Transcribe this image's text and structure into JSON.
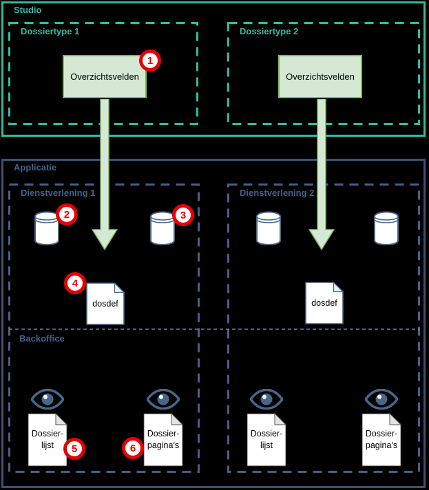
{
  "studio": {
    "label": "Studio",
    "dossiertypes": [
      {
        "label": "Dossiertype 1",
        "box_label": "Overzichtsvelden"
      },
      {
        "label": "Dossiertype 2",
        "box_label": "Overzichtsvelden"
      }
    ]
  },
  "applicatie": {
    "label": "Applicatie",
    "backoffice_label": "Backoffice",
    "services": [
      {
        "label": "Dienstverlening 1",
        "dosdef_label": "dosdef",
        "documents": [
          {
            "line1": "Dossier-",
            "line2": "lijst"
          },
          {
            "line1": "Dossier-",
            "line2": "pagina's"
          }
        ]
      },
      {
        "label": "Dienstverlening 2",
        "dosdef_label": "dosdef",
        "documents": [
          {
            "line1": "Dossier-",
            "line2": "lijst"
          },
          {
            "line1": "Dossier-",
            "line2": "pagina's"
          }
        ]
      }
    ]
  },
  "badges": [
    "1",
    "2",
    "3",
    "4",
    "5",
    "6"
  ],
  "icons": {
    "database": "database-cylinder-icon",
    "eye": "eye-icon",
    "document": "document-icon",
    "arrow": "down-arrow-icon"
  },
  "colors": {
    "background": "#000000",
    "studio_teal": "#2DBEA3",
    "applicatie_border_blue": "#3A5374",
    "label_blue": "#44618C",
    "icon_blue": "#476689",
    "divider_blue": "#7E9CC2",
    "node_green_fill": "#D5E8D4",
    "node_green_border": "#82B366",
    "badge_red": "#E80000"
  }
}
